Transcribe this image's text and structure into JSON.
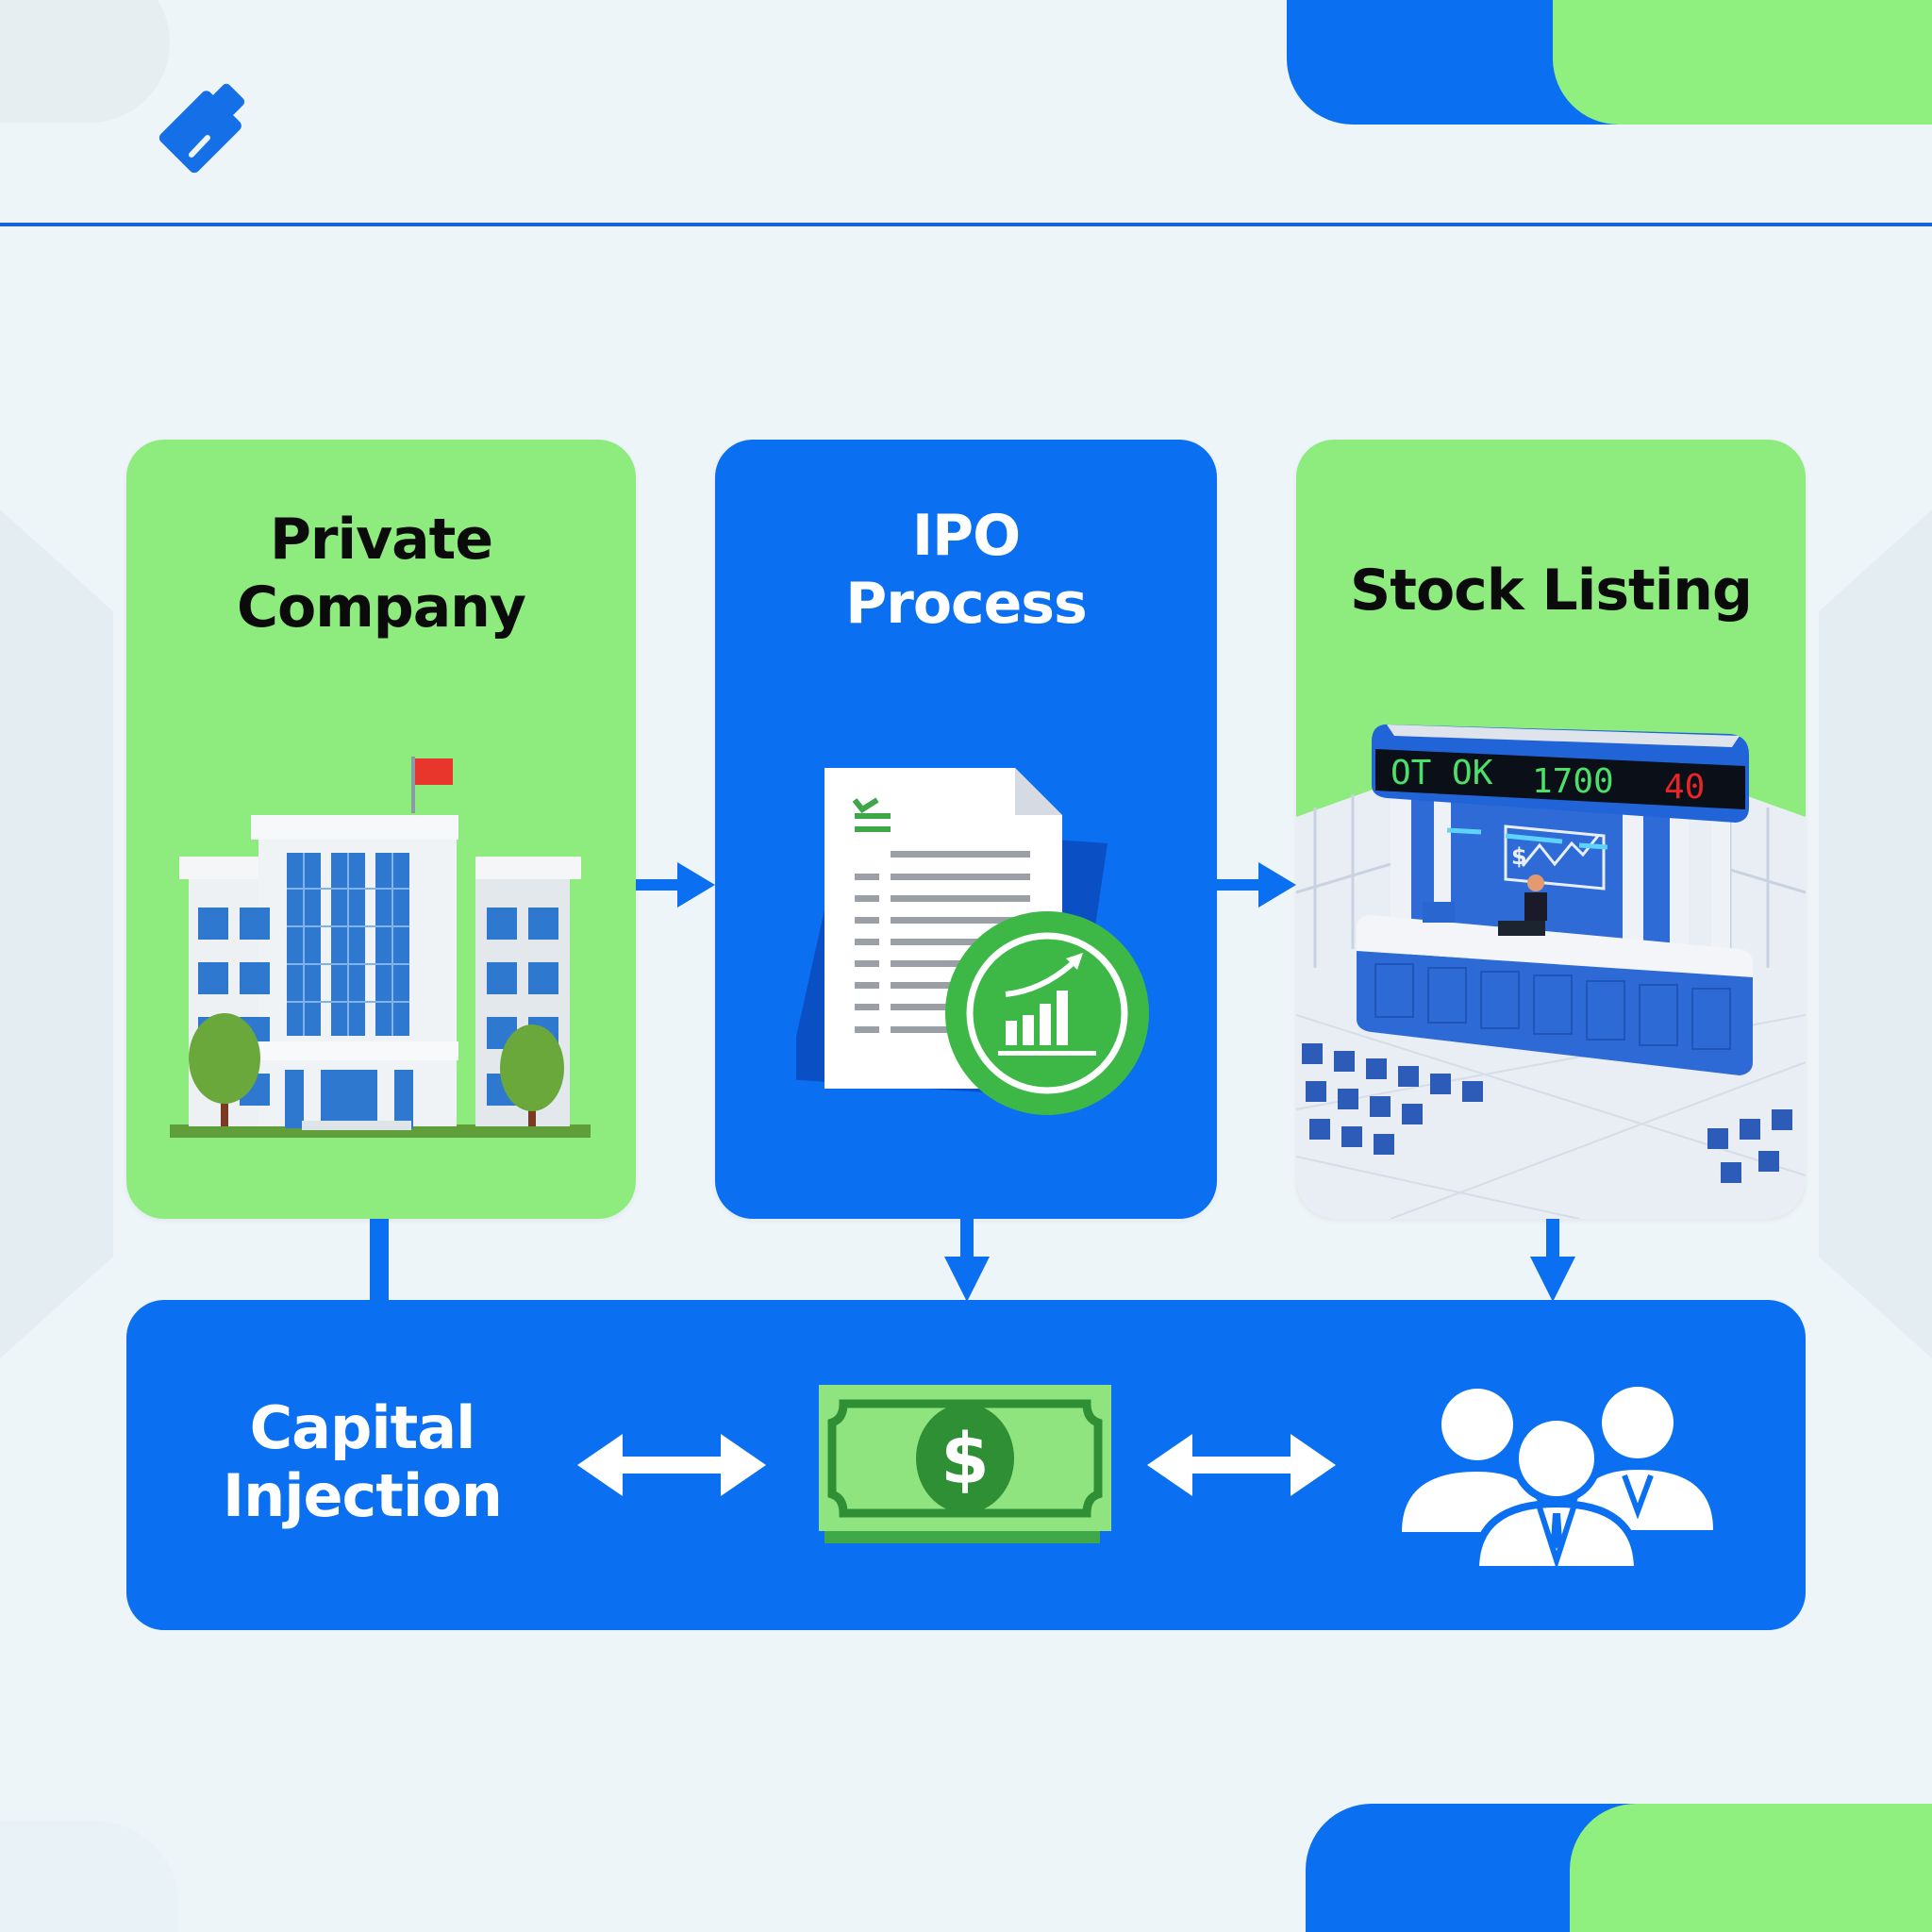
{
  "diagram": {
    "title": "Private Company to Public Listing: IPO Capital Flow",
    "colors": {
      "primary_blue": "#0a6ff0",
      "accent_green": "#8eeb7e",
      "background": "#eef5f9",
      "rule_blue": "#1565d8"
    },
    "header": {
      "logo_icon": "brand-logo-icon"
    },
    "stages": [
      {
        "id": "private-company",
        "title": "Private Company",
        "lines": [
          "Private",
          "Company"
        ],
        "icon": "office-building-icon",
        "color": "green"
      },
      {
        "id": "ipo-process",
        "title": "IPO Process",
        "lines": [
          "IPO",
          "Process"
        ],
        "icon": "prospectus-document-growth-icon",
        "color": "blue"
      },
      {
        "id": "stock-listing",
        "title": "Stock Listing",
        "lines": [
          "Stock Listing"
        ],
        "icon": "stock-exchange-booth-icon",
        "color": "green"
      }
    ],
    "ticker_board": {
      "left_text": "OT OK",
      "middle_text": "1700",
      "right_text": "40"
    },
    "capital": {
      "lines": [
        "Capital",
        "Injection"
      ],
      "money_icon": "dollar-bill-icon",
      "investors_icon": "investor-group-icon"
    },
    "connectors": [
      {
        "from": "private-company",
        "to": "ipo-process",
        "type": "arrow-right"
      },
      {
        "from": "ipo-process",
        "to": "stock-listing",
        "type": "arrow-right"
      },
      {
        "from": "private-company",
        "to": "capital-injection",
        "type": "line-down"
      },
      {
        "from": "ipo-process",
        "to": "capital-injection",
        "type": "arrow-down"
      },
      {
        "from": "stock-listing",
        "to": "capital-injection",
        "type": "arrow-down"
      },
      {
        "from": "capital-label",
        "to": "money",
        "type": "bidirectional"
      },
      {
        "from": "money",
        "to": "investors",
        "type": "bidirectional"
      }
    ]
  }
}
